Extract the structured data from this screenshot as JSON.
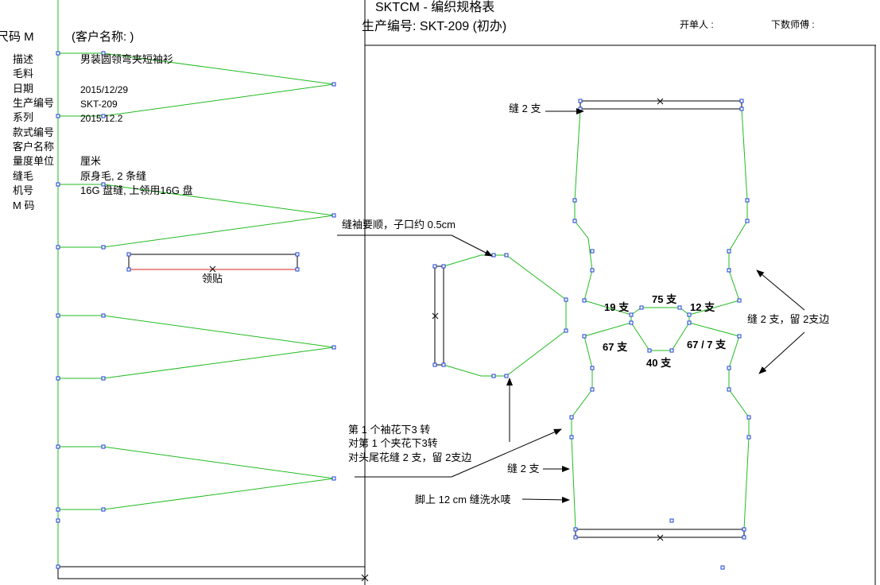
{
  "header": {
    "title": "SKTCM - 编织规格表",
    "production_no": "生产编号: SKT-209 (初办)",
    "size_label": "尺码  M",
    "customer_label": "(客户名称: )",
    "order_person": "开单人 :",
    "calc_master": "下数师傅 :"
  },
  "info_rows": [
    {
      "label": "描述",
      "value": "男装圆领弯夹短袖衫"
    },
    {
      "label": "毛料",
      "value": ""
    },
    {
      "label": "日期",
      "value": "2015/12/29"
    },
    {
      "label": "生产编号",
      "value": "SKT-209"
    },
    {
      "label": "系列",
      "value": "2015.12.2"
    },
    {
      "label": "款式编号",
      "value": ""
    },
    {
      "label": "客户名称",
      "value": ""
    },
    {
      "label": "量度单位",
      "value": "厘米"
    },
    {
      "label": "缝毛",
      "value": "原身毛, 2 条缝"
    },
    {
      "label": "机号",
      "value": "16G 盘缝, 上领用16G 盘"
    },
    {
      "label": "M 码",
      "value": ""
    }
  ],
  "collar_label": "领贴",
  "annotations": {
    "sleeve_note": "缝袖要顺，子口约 0.5cm",
    "seam_top": "缝 2 支",
    "seam_right": "缝 2 支，留 2支边",
    "flower_1": "第 1 个袖花下3 转",
    "flower_2": "对第 1 个夹花下3转",
    "flower_3": "对头尾花缝 2 支，留 2支边",
    "seam_bottom": "缝 2 支",
    "wash_label": "脚上 12 cm 缝洗水唛"
  },
  "dims": {
    "d19": "19 支",
    "d75": "75 支",
    "d12": "12 支",
    "d67a": "67 支",
    "d40": "40 支",
    "d67b": "67 / 7 支"
  },
  "colors": {
    "outline": "#22bb22",
    "node": "#1a3fd4",
    "line": "#000000",
    "collar_red": "#dd2222"
  }
}
